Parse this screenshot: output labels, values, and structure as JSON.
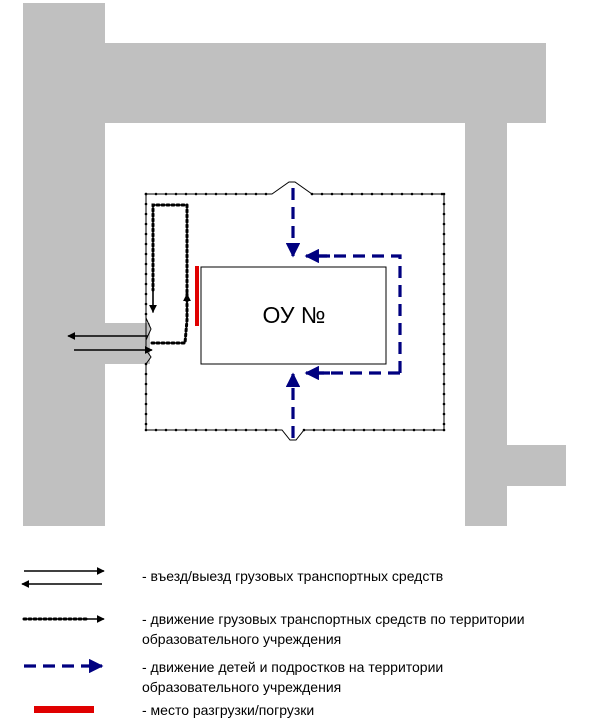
{
  "diagram": {
    "building_label": "ОУ №"
  },
  "legend": [
    {
      "icon": "two-way-arrows-icon",
      "text": "- въезд/выезд грузовых транспортных средств"
    },
    {
      "icon": "dotted-arrow-icon",
      "text": "- движение грузовых транспортных средств по территории образовательного учреждения"
    },
    {
      "icon": "dashed-arrow-icon",
      "text": "- движение детей и подростков на территории образовательного учреждения"
    },
    {
      "icon": "red-bar-icon",
      "text": "- место разгрузки/погрузки"
    }
  ],
  "colors": {
    "road": "#c0c0c0",
    "children_path": "#000080",
    "unloading": "#e00000",
    "truck_path": "#000000"
  }
}
